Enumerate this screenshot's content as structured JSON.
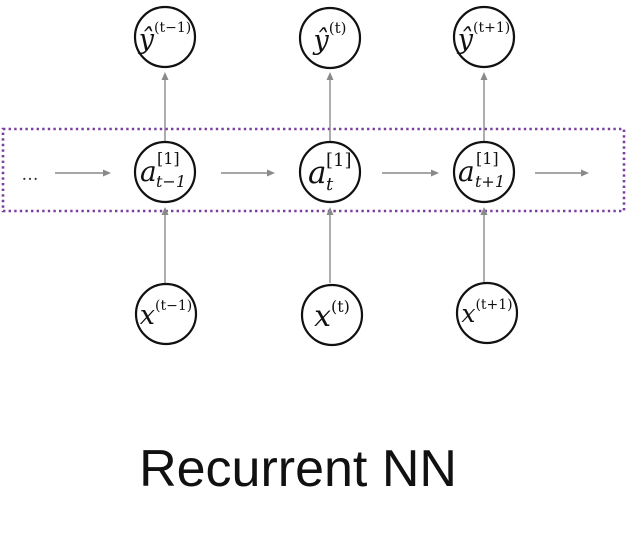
{
  "layer_box_color": "#7b3f9e",
  "ellipsis": "…",
  "caption": "Recurrent NN",
  "steps": [
    {
      "output": {
        "base": "ŷ",
        "sup": "(t−1)"
      },
      "hidden": {
        "base": "a",
        "sup": "[1]",
        "sub": "t−1"
      },
      "input": {
        "base": "x",
        "sup": "(t−1)"
      }
    },
    {
      "output": {
        "base": "ŷ",
        "sup": "(t)"
      },
      "hidden": {
        "base": "a",
        "sup": "[1]",
        "sub": "t"
      },
      "input": {
        "base": "x",
        "sup": "(t)"
      }
    },
    {
      "output": {
        "base": "ŷ",
        "sup": "(t+1)"
      },
      "hidden": {
        "base": "a",
        "sup": "[1]",
        "sub": "t+1"
      },
      "input": {
        "base": "x",
        "sup": "(t+1)"
      }
    }
  ]
}
